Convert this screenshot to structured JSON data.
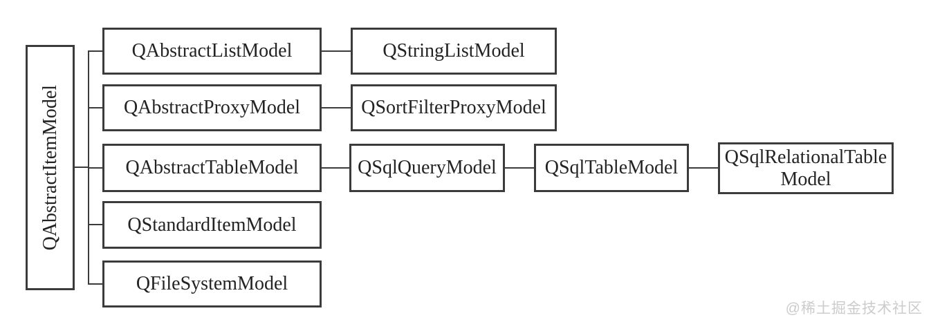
{
  "diagram": {
    "nodes": {
      "root": {
        "label": "QAbstractItemModel"
      },
      "abstract_list": {
        "label": "QAbstractListModel"
      },
      "abstract_proxy": {
        "label": "QAbstractProxyModel"
      },
      "abstract_table": {
        "label": "QAbstractTableModel"
      },
      "standard_item": {
        "label": "QStandardItemModel"
      },
      "file_system": {
        "label": "QFileSystemModel"
      },
      "string_list": {
        "label": "QStringListModel"
      },
      "sort_filter_proxy": {
        "label": "QSortFilterProxyModel"
      },
      "sql_query": {
        "label": "QSqlQueryModel"
      },
      "sql_table": {
        "label": "QSqlTableModel"
      },
      "sql_relational": {
        "line1": "QSqlRelationalTable",
        "line2": "Model"
      }
    },
    "edges": [
      {
        "from": "QAbstractItemModel",
        "to": "QAbstractListModel"
      },
      {
        "from": "QAbstractItemModel",
        "to": "QAbstractProxyModel"
      },
      {
        "from": "QAbstractItemModel",
        "to": "QAbstractTableModel"
      },
      {
        "from": "QAbstractItemModel",
        "to": "QStandardItemModel"
      },
      {
        "from": "QAbstractItemModel",
        "to": "QFileSystemModel"
      },
      {
        "from": "QAbstractListModel",
        "to": "QStringListModel"
      },
      {
        "from": "QAbstractProxyModel",
        "to": "QSortFilterProxyModel"
      },
      {
        "from": "QAbstractTableModel",
        "to": "QSqlQueryModel"
      },
      {
        "from": "QSqlQueryModel",
        "to": "QSqlTableModel"
      },
      {
        "from": "QSqlTableModel",
        "to": "QSqlRelationalTableModel"
      }
    ],
    "colors": {
      "line": "#3b3b3b",
      "text": "#232323",
      "background": "#ffffff",
      "watermark": "#cccccc"
    }
  },
  "watermark": {
    "text": "@稀土掘金技术社区"
  }
}
